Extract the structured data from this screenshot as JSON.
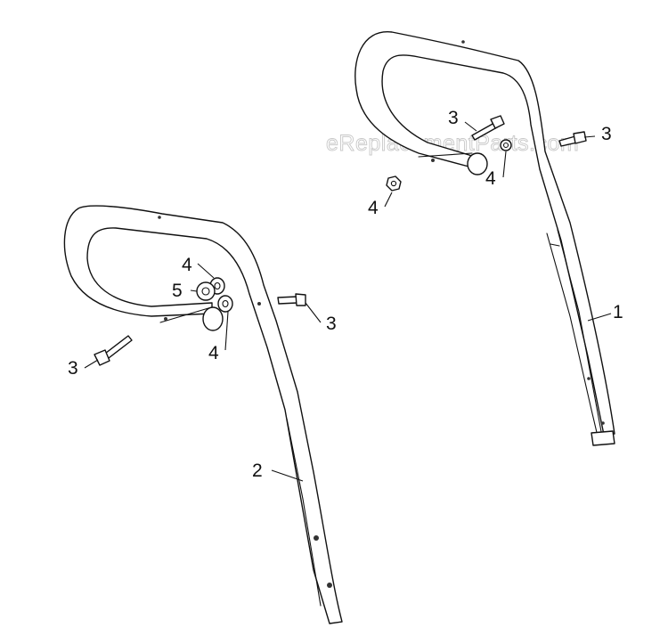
{
  "watermark": "eReplacementParts.com",
  "callouts": [
    {
      "id": "c1",
      "number": "1"
    },
    {
      "id": "c2",
      "number": "2"
    },
    {
      "id": "c3a",
      "number": "3"
    },
    {
      "id": "c3b",
      "number": "3"
    },
    {
      "id": "c3c",
      "number": "3"
    },
    {
      "id": "c3d",
      "number": "3"
    },
    {
      "id": "c4a",
      "number": "4"
    },
    {
      "id": "c4b",
      "number": "4"
    },
    {
      "id": "c4c",
      "number": "4"
    },
    {
      "id": "c4d",
      "number": "4"
    },
    {
      "id": "c5",
      "number": "5"
    }
  ]
}
